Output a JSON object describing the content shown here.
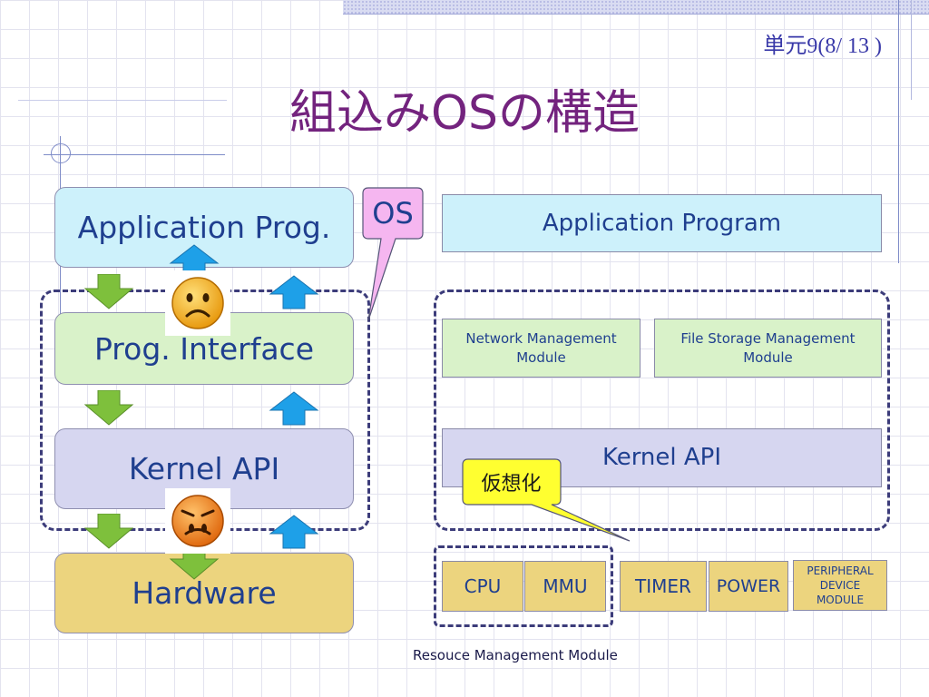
{
  "header": {
    "slide_number": "単元9(8/ 13 )",
    "title": "組込みOSの構造"
  },
  "left_stack": {
    "application": "Application Prog.",
    "interface": "Prog. Interface",
    "kernel": "Kernel API",
    "hardware": "Hardware"
  },
  "callouts": {
    "os": "OS",
    "virtualization": "仮想化"
  },
  "right_diagram": {
    "application": "Application Program",
    "network_module": "Network Management Module",
    "file_module": "File Storage Management Module",
    "kernel": "Kernel API",
    "resources": {
      "cpu": "CPU",
      "mmu": "MMU",
      "timer": "TIMER",
      "power": "POWER",
      "peripheral": "PERIPHERAL DEVICE MODULE"
    },
    "caption": "Resouce Management Module"
  },
  "icons": {
    "sad_face": "sad-face-icon",
    "frown_face": "frown-face-icon",
    "arrow_up_color": "#1ea0e8",
    "arrow_down_color": "#7ec03c"
  }
}
